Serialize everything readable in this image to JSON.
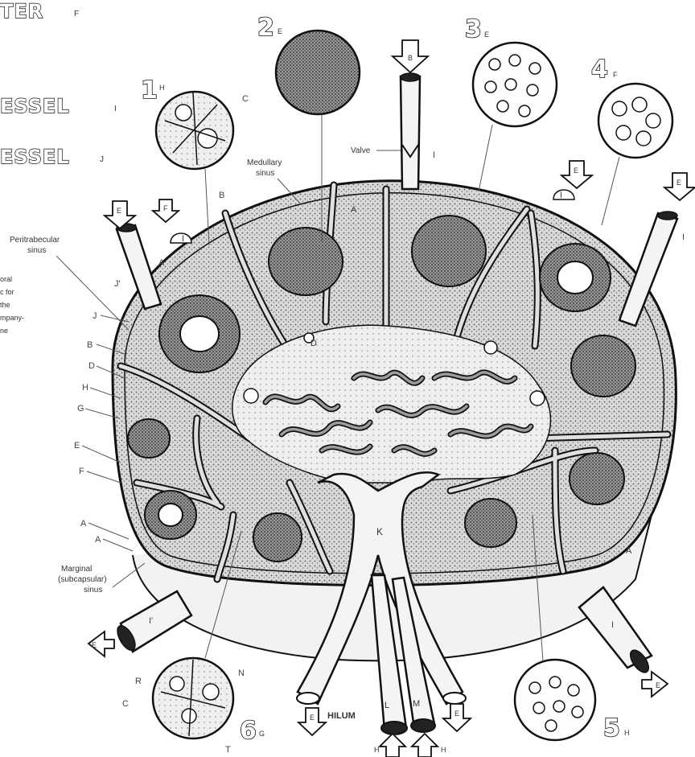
{
  "header_fragments": {
    "ter": "TER",
    "ter_sub": "F",
    "vessel_i": "ESSEL",
    "vessel_i_sub": "I",
    "vessel_j": "ESSEL",
    "vessel_j_sub": "J"
  },
  "side_note_fragments": [
    "oral",
    "c for",
    "the",
    "mpany-",
    "ne"
  ],
  "region_labels": {
    "medullary_sinus": [
      "Medullary",
      "sinus"
    ],
    "valve": "Valve",
    "peritrabecular_sinus": [
      "Peritrabecular",
      "sinus"
    ],
    "marginal_sinus": [
      "Marginal",
      "(subcapsular)",
      "sinus"
    ],
    "hilum": "HILUM"
  },
  "inset_numbers": [
    "1",
    "2",
    "3",
    "4",
    "5",
    "6"
  ],
  "inset_subscripts": [
    "H",
    "E",
    "E",
    "F",
    "H",
    "G"
  ],
  "side_letters": [
    "J",
    "B",
    "D",
    "H",
    "G",
    "E",
    "F",
    "A",
    "A"
  ],
  "structure_letters": {
    "k": "K",
    "l": "L",
    "m": "M",
    "i_prime_left": "I'",
    "i_right": "I",
    "i_prime_top": "I'",
    "i_top_vessel": "I",
    "i_inset_top": "I",
    "i_inset_left": "I",
    "i_right_vessel": "I",
    "j_left": "J'",
    "a_left": "A",
    "a_right": "A",
    "a_top": "A",
    "b_top": "B",
    "c_inset1": "C",
    "c_inset6": "C",
    "r_inset6": "R",
    "n_inset6": "N",
    "t_inset6": "T",
    "d_medulla": "D"
  },
  "arrow_letters": {
    "top_b": "B",
    "left_top_e": "E",
    "left_top_f": "F",
    "right_top_e": "E",
    "top_right_e": "E",
    "bottom_e1": "E",
    "bottom_e2": "E",
    "bottom_h1": "H",
    "bottom_h2": "H",
    "bottom_left_e": "E",
    "bottom_right_e": "E"
  },
  "colors": {
    "ink": "#111111",
    "stipple": "#8a8a8a",
    "paper": "#ffffff",
    "shade": "#e6e6e6"
  }
}
